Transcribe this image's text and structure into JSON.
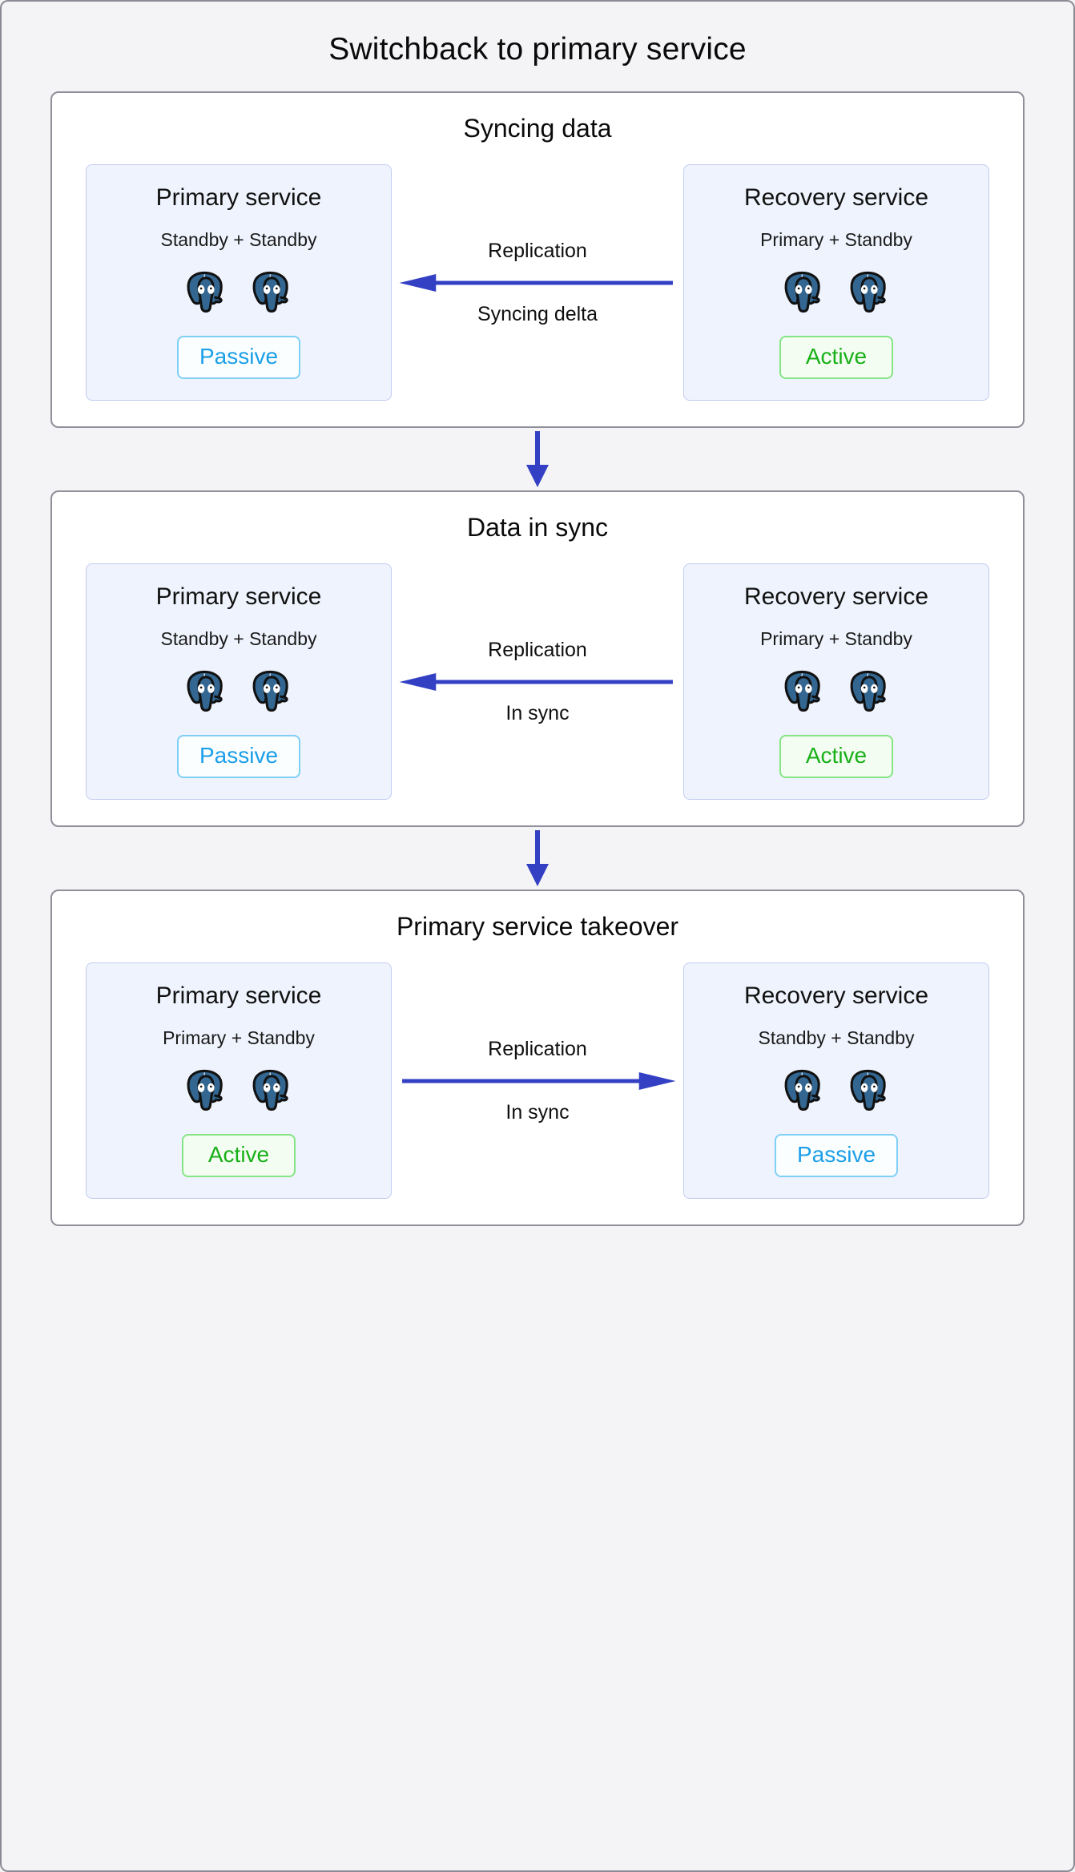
{
  "diagram": {
    "title": "Switchback to primary service",
    "colors": {
      "page_background": "#f4f4f6",
      "stage_background": "#ffffff",
      "service_background": "#eff3fd",
      "arrow_blue": "#3340c4",
      "active_green": "#18b018",
      "passive_blue": "#1a9fe8",
      "postgres_blue": "#336791"
    },
    "node_icon": "postgresql-elephant-icon",
    "stages": [
      {
        "title": "Syncing data",
        "arrow_direction": "left",
        "replication_label_top": "Replication",
        "replication_label_bottom": "Syncing delta",
        "left": {
          "name": "Primary service",
          "topology": "Standby + Standby",
          "node_count": 2,
          "status": "Passive",
          "status_kind": "passive"
        },
        "right": {
          "name": "Recovery service",
          "topology": "Primary + Standby",
          "node_count": 2,
          "status": "Active",
          "status_kind": "active"
        }
      },
      {
        "title": "Data in sync",
        "arrow_direction": "left",
        "replication_label_top": "Replication",
        "replication_label_bottom": "In sync",
        "left": {
          "name": "Primary service",
          "topology": "Standby + Standby",
          "node_count": 2,
          "status": "Passive",
          "status_kind": "passive"
        },
        "right": {
          "name": "Recovery service",
          "topology": "Primary + Standby",
          "node_count": 2,
          "status": "Active",
          "status_kind": "active"
        }
      },
      {
        "title": "Primary service takeover",
        "arrow_direction": "right",
        "replication_label_top": "Replication",
        "replication_label_bottom": "In sync",
        "left": {
          "name": "Primary service",
          "topology": "Primary + Standby",
          "node_count": 2,
          "status": "Active",
          "status_kind": "active"
        },
        "right": {
          "name": "Recovery service",
          "topology": "Standby + Standby",
          "node_count": 2,
          "status": "Passive",
          "status_kind": "passive"
        }
      }
    ],
    "stage_connectors": [
      "down-arrow",
      "down-arrow"
    ]
  }
}
